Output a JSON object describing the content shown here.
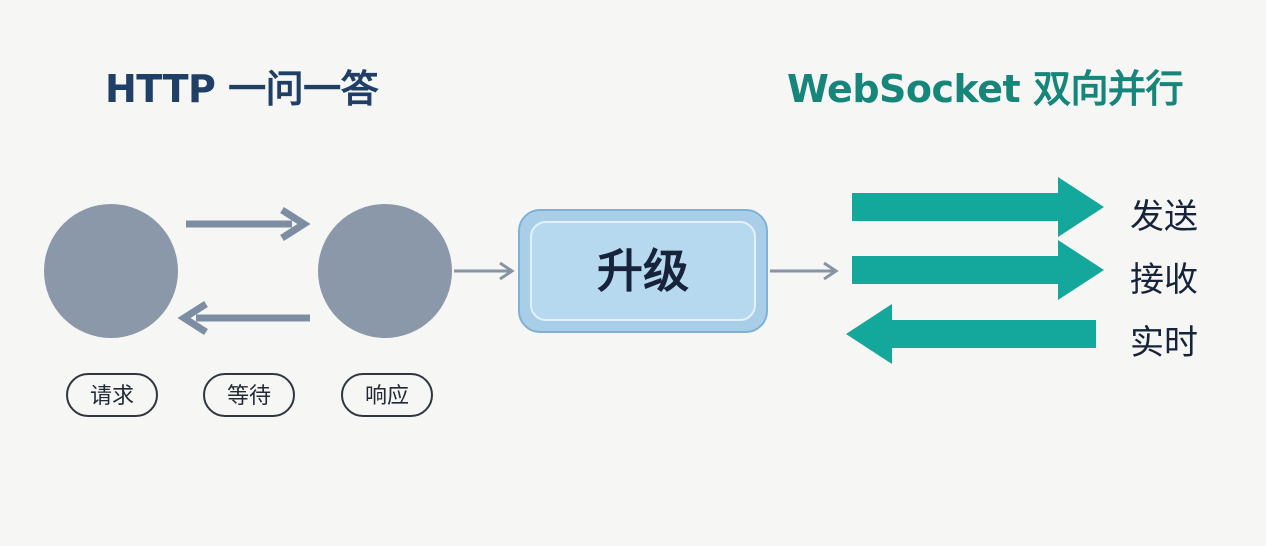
{
  "http": {
    "title": "HTTP 一问一答",
    "labels": [
      "请求",
      "等待",
      "响应"
    ]
  },
  "upgrade": {
    "label": "升级"
  },
  "websocket": {
    "title": "WebSocket 双向并行",
    "labels": [
      "发送",
      "接收",
      "实时"
    ]
  },
  "colors": {
    "http_title": "#1f3f66",
    "ws_title": "#16857a",
    "node": "#8b98a9",
    "http_arrow": "#7d8ea2",
    "ws_arrow": "#14a79b",
    "upgrade_fill": "#a9cfe8"
  }
}
